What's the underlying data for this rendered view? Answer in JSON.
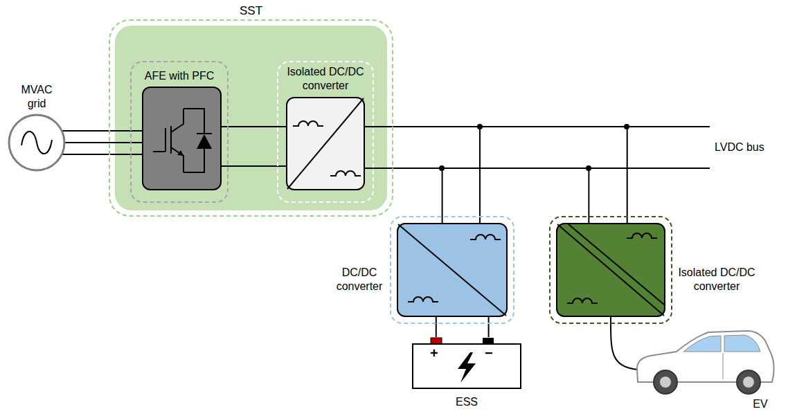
{
  "diagram": {
    "nodes": [
      {
        "text": [
          "MVAC grid"
        ]
      },
      {
        "text": [
          "SST"
        ]
      },
      {
        "text": [
          "AFE with PFC"
        ],
        "in": 1
      },
      {
        "text": [
          "Isolated DC/DC converter"
        ],
        "in": 1
      },
      {
        "text": [
          "DC/DC converter"
        ]
      },
      {
        "text": [
          "ESS"
        ]
      },
      {
        "text": [
          "Isolated DC/DC converter"
        ]
      },
      {
        "text": [
          "EV"
        ]
      }
    ],
    "edges": [
      {
        "from": 0,
        "to": 2,
        "arrow": "none"
      },
      {
        "from": 2,
        "to": 3,
        "arrow": "none"
      },
      {
        "from": 3,
        "to": 4,
        "arrow": "none"
      },
      {
        "from": 3,
        "to": 6,
        "arrow": "none"
      },
      {
        "from": 4,
        "to": 5,
        "arrow": "none"
      },
      {
        "from": 6,
        "to": 7,
        "arrow": "none"
      }
    ],
    "labels": [
      "LVDC bus",
      "+",
      "−"
    ]
  }
}
